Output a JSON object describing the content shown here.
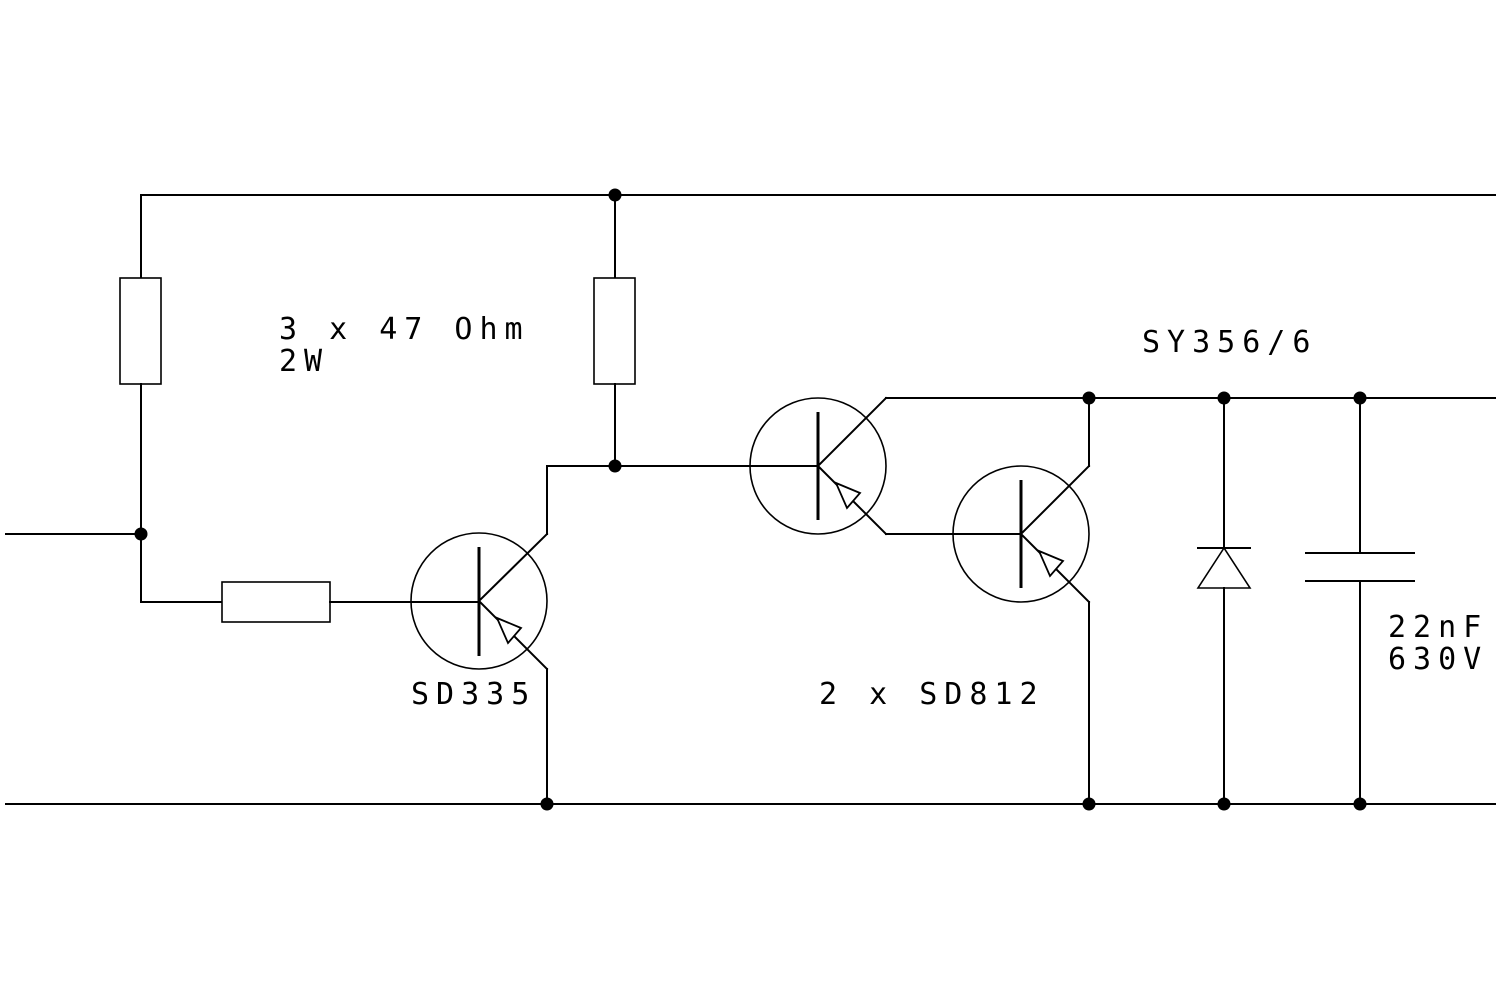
{
  "labels": {
    "resistors": "3 x 47 Ohm",
    "resistor_power": "2W",
    "diode": "SY356/6",
    "capacitor_value": "22nF",
    "capacitor_voltage": "630V",
    "driver_transistor": "SD335",
    "output_transistors": "2 x SD812"
  }
}
